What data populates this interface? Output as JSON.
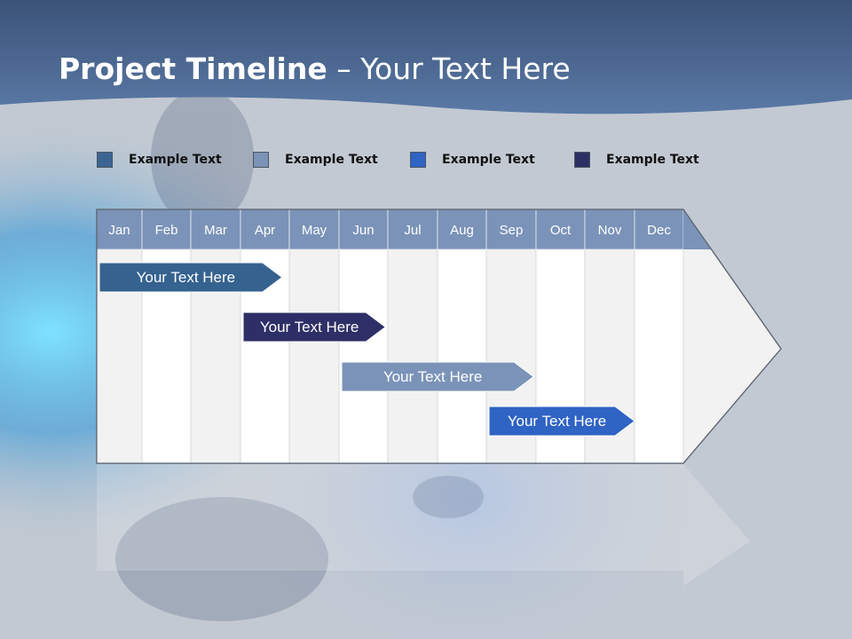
{
  "slide": {
    "title_bold": "Project Timeline",
    "title_rest": " – Your Text Here"
  },
  "legend": [
    {
      "label": "Example Text",
      "color": "#3c6594"
    },
    {
      "label": "Example Text",
      "color": "#7b93b6"
    },
    {
      "label": "Example Text",
      "color": "#2f63c4"
    },
    {
      "label": "Example Text",
      "color": "#2c2f64"
    }
  ],
  "months": [
    "Jan",
    "Feb",
    "Mar",
    "Apr",
    "May",
    "Jun",
    "Jul",
    "Aug",
    "Sep",
    "Oct",
    "Nov",
    "Dec"
  ],
  "tasks": [
    {
      "label": "Your  Text Here",
      "start": 0,
      "end": 3.85,
      "color": "#35628f"
    },
    {
      "label": "Your  Text Here",
      "start": 3,
      "end": 5.95,
      "color": "#2e2f66"
    },
    {
      "label": "Your  Text Here",
      "start": 5,
      "end": 8.95,
      "color": "#7b93b8"
    },
    {
      "label": "Your  Text Here",
      "start": 8,
      "end": 11,
      "color": "#2f63c4"
    }
  ],
  "colors": {
    "header_fill": "#7b93b8",
    "alt_column": "#f2f2f2",
    "column": "#ffffff"
  }
}
